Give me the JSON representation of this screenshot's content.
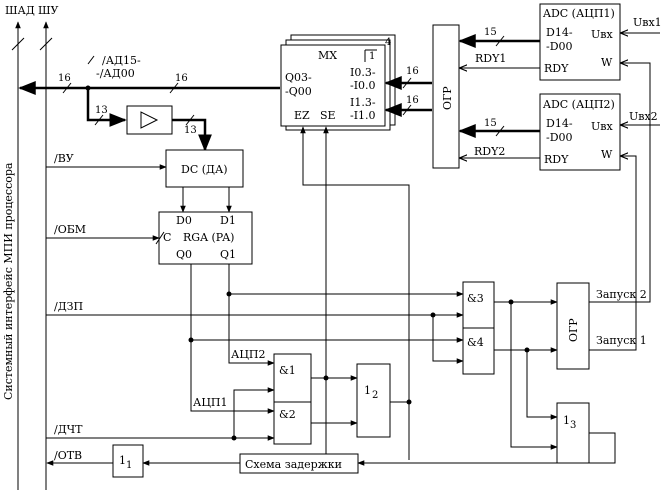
{
  "bus_labels": {
    "shad": "ШАД",
    "shu": "ШУ",
    "system_interface": "Системный интерфейс МПИ процессора"
  },
  "addr_bus": {
    "name": "/АД15-",
    "name2": "-/АД00",
    "width_left": "16",
    "width_mid": "16"
  },
  "buffer": {
    "width_in": "13",
    "width_out": "13"
  },
  "signals": {
    "vu": "/ВУ",
    "obm": "/ОБМ",
    "dzp": "/ДЗП",
    "dcht": "/ДЧТ",
    "otv": "/ОТВ"
  },
  "dc": {
    "label": "DC (ДА)"
  },
  "rga": {
    "d0": "D0",
    "d1": "D1",
    "c": "C",
    "label": "RGA (PA)",
    "q0": "Q0",
    "q1": "Q1"
  },
  "mx": {
    "title": "MX",
    "index1": "1",
    "index4": "4",
    "q_a": "Q03-",
    "q_b": "-Q00",
    "i0_a": "I0.3-",
    "i0_b": "-I0.0",
    "i1_a": "I1.3-",
    "i1_b": "-I1.0",
    "ez": "EZ",
    "se": "SE",
    "w_in0": "16",
    "w_in1": "16"
  },
  "ogr_top": {
    "label": "ОГР"
  },
  "adc1": {
    "title": "ADC (АЦП1)",
    "d_a": "D14-",
    "d_b": "-D00",
    "uin": "Uвх",
    "rdy": "RDY",
    "w": "W",
    "ext_input": "Uвх1",
    "width": "15",
    "rdy_line": "RDY1"
  },
  "adc2": {
    "title": "ADC (АЦП2)",
    "d_a": "D14-",
    "d_b": "-D00",
    "uin": "Uвх",
    "rdy": "RDY",
    "w": "W",
    "ext_input": "Uвх2",
    "width": "15",
    "rdy_line": "RDY2"
  },
  "gates": {
    "and1": "&1",
    "and2": "&2",
    "and3": "&3",
    "and4": "&4",
    "or1": "1",
    "or1_sub": "1",
    "or2": "1",
    "or2_sub": "2",
    "or3": "1",
    "or3_sub": "3",
    "ogr_right": "ОГР",
    "delay": "Схема задержки"
  },
  "wire_labels": {
    "acp2": "АЦП2",
    "acp1": "АЦП1",
    "start2": "Запуск 2",
    "start1": "Запуск 1"
  }
}
